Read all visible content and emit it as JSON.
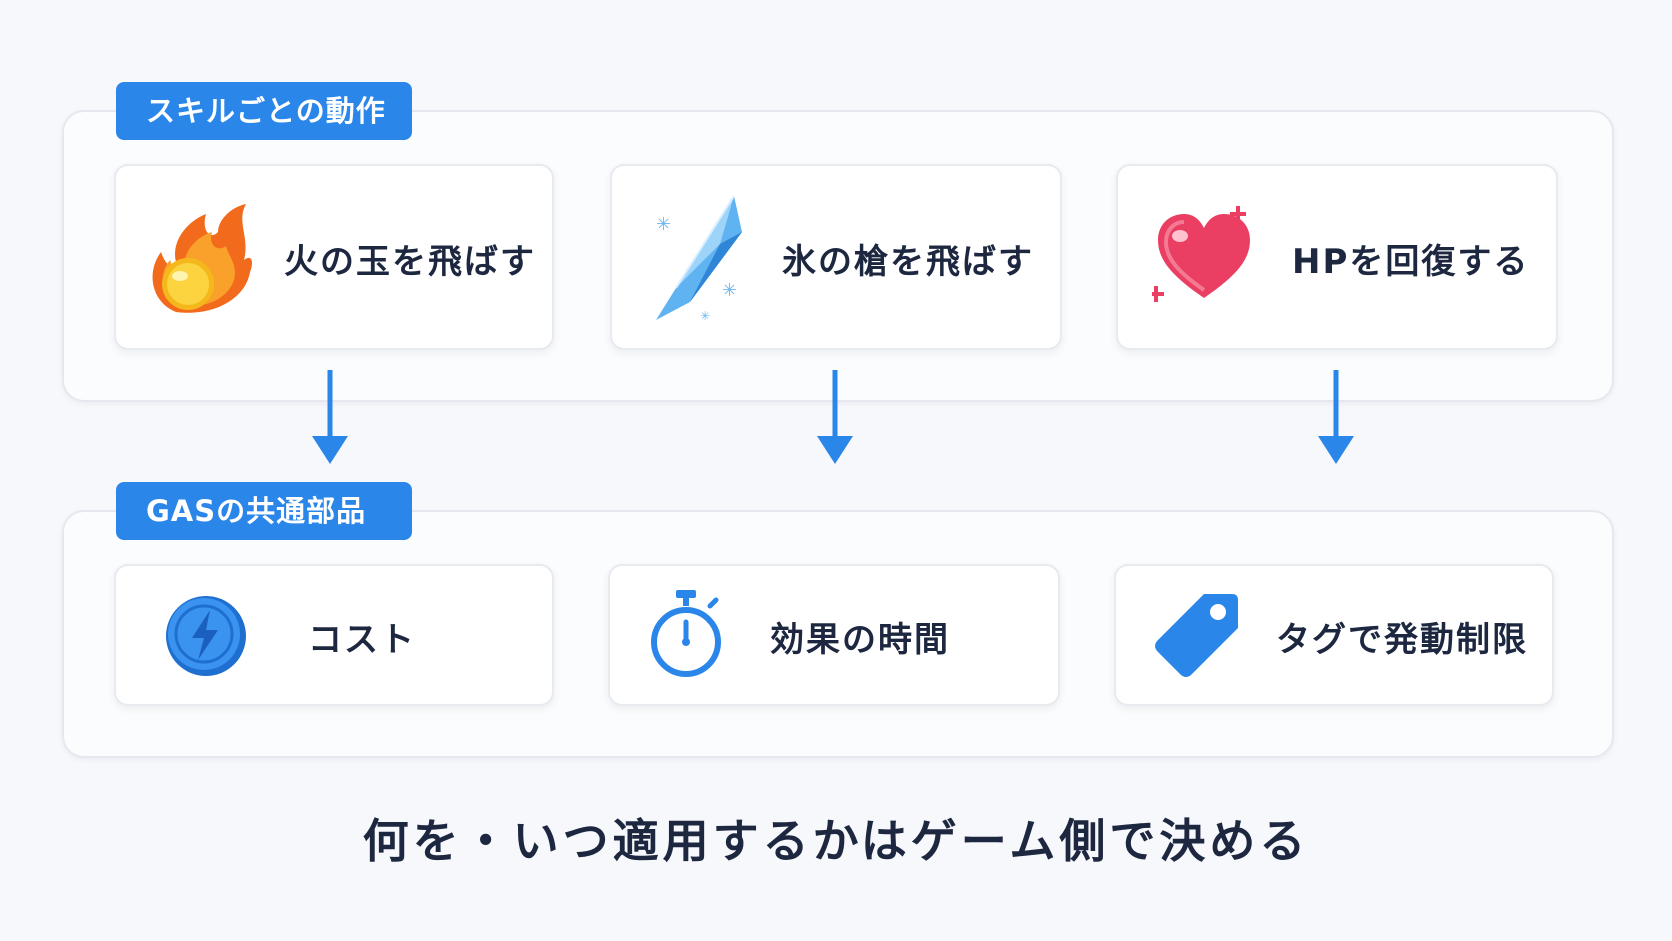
{
  "skills_section": {
    "label": "スキルごとの動作",
    "cards": [
      {
        "icon": "fireball-icon",
        "text": "火の玉を飛ばす"
      },
      {
        "icon": "ice-spear-icon",
        "text": "氷の槍を飛ばす"
      },
      {
        "icon": "heart-heal-icon",
        "text": "HPを回復する"
      }
    ]
  },
  "gas_section": {
    "label": "GASの共通部品",
    "cards": [
      {
        "icon": "energy-bolt-icon",
        "text": "コスト"
      },
      {
        "icon": "stopwatch-icon",
        "text": "効果の時間"
      },
      {
        "icon": "tag-icon",
        "text": "タグで発動制限"
      }
    ]
  },
  "footer": "何を・いつ適用するかはゲーム側で決める",
  "colors": {
    "accent": "#2b86ea",
    "text": "#1d2740",
    "fire": "#f26a1b",
    "ice": "#4aa6ea",
    "heart": "#ea3e63"
  }
}
